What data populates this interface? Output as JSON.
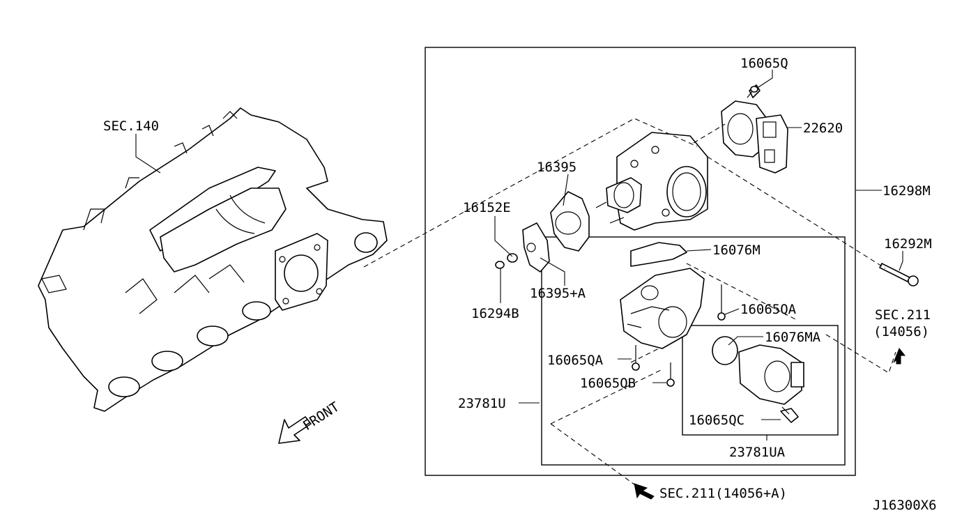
{
  "labels": {
    "sec140": "SEC.140",
    "p16065Q": "16065Q",
    "p22620": "22620",
    "p16395": "16395",
    "p16298M": "16298M",
    "p16152E": "16152E",
    "p16292M": "16292M",
    "p16076M": "16076M",
    "p16395A": "16395+A",
    "p16294B": "16294B",
    "p16065QA_right": "16065QA",
    "sec211": "SEC.211",
    "sec211_code": "(14056)",
    "p16076MA": "16076MA",
    "p16065QA_left": "16065QA",
    "p16065QB": "16065QB",
    "p23781U": "23781U",
    "front": "FRONT",
    "p16065QC": "16065QC",
    "p23781UA": "23781UA",
    "sec211_bottom": "SEC.211(14056+A)",
    "diagram_code": "J16300X6"
  },
  "colors": {
    "ink": "#000000",
    "paper": "#ffffff"
  },
  "icons": [
    "front-arrow-icon",
    "sec211-arrow-icon",
    "sec211-bottom-arrow-icon"
  ]
}
